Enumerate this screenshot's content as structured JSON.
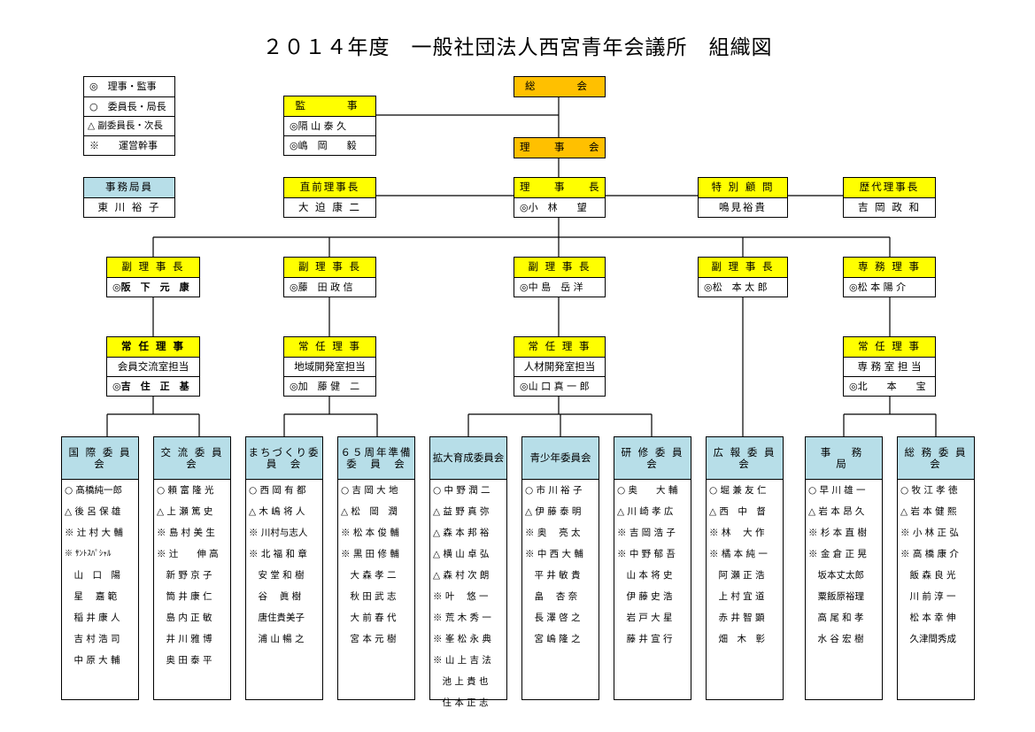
{
  "title": "２０１４年度　一般社団法人西宮青年会議所　組織図",
  "legend": [
    "◎　理事・監事",
    "○　委員長・局長",
    "△ 副委員長・次長",
    "※　　運営幹事"
  ],
  "jimukyokuin": {
    "title": "事務局員",
    "name": "東 川 裕 子"
  },
  "soukai": "総　　会",
  "kanji": {
    "title": "監　　事",
    "members": [
      "◎隔 山 泰 久",
      "◎嶋　岡　　毅"
    ]
  },
  "rijikai": "理　事　会",
  "chokuzen": {
    "title": "直前理事長",
    "name": "大 迫 康 二"
  },
  "rijichou": {
    "title": "理　事　長",
    "name": "◎小　林　　望"
  },
  "tokubetsu": {
    "title": "特 別 顧 問",
    "name": "鳴見裕貴"
  },
  "rekidai": {
    "title": "歴代理事長",
    "name": "吉 岡 政 和"
  },
  "fuku": [
    {
      "title": "副 理 事 長",
      "name": "◎阪　下　元　康"
    },
    {
      "title": "副 理 事 長",
      "name": "◎藤　田 政 信"
    },
    {
      "title": "副 理 事 長",
      "name": "◎中 島　岳 洋"
    },
    {
      "title": "副 理 事 長",
      "name": "◎松　本 太 郎"
    },
    {
      "title": "専 務 理 事",
      "name": "◎松 本 陽 介"
    }
  ],
  "jounin": [
    {
      "title": "常 任 理 事",
      "role": "会員交流室担当",
      "name": "◎吉　住　正　基"
    },
    {
      "title": "常 任 理 事",
      "role": "地域開発室担当",
      "name": "◎加　藤 健　二"
    },
    {
      "title": "常 任 理 事",
      "role": "人材開発室担当",
      "name": "◎山 口 真 一 郎"
    },
    {
      "title": "常 任 理 事",
      "role": "専 務 室 担 当",
      "name": "◎北　　本　　宝"
    }
  ],
  "committees": [
    {
      "name": "国 際 委 員 会",
      "members": [
        "○ 髙橋純一郎",
        "△ 後 呂 保 雄",
        "※ 辻 村 大 輔",
        "※ ｻﾝﾄｽﾊﾟｼｬﾙ",
        "　山　口　陽",
        "　星　 嘉 範",
        "　稲 井 康 人",
        "　吉 村 浩 司",
        "　中 原 大 輔"
      ]
    },
    {
      "name": "交 流 委 員 会",
      "members": [
        "○ 頼 富 隆 光",
        "△ 上 瀬 篤 史",
        "※ 島 村 美 生",
        "※ 辻　　伸 高",
        "　新 野 京 子",
        "　筒 井 康 仁",
        "　島 内 正 敏",
        "　井 川 雅 博",
        "　奥 田 泰 平"
      ]
    },
    {
      "name": "まちづくり委　員　会",
      "members": [
        "○ 西 岡 有 都",
        "△ 木 嶋 将 人",
        "※ 川村与志人",
        "※ 北 福 和 章",
        "　安 堂 和 樹",
        "　谷　 眞 樹",
        "　唐住貴美子",
        "　浦 山 暢 之"
      ]
    },
    {
      "name": "６５周年準備委　員　会",
      "members": [
        "○ 吉 岡 大 地",
        "△ 松　岡　潤",
        "※ 松 本 俊 輔",
        "※ 黒 田 修 輔",
        "　大 森 孝 二",
        "　秋 田 武 志",
        "　大 前 春 代",
        "　宮 本 元 樹"
      ]
    },
    {
      "name": "拡大育成委員会",
      "members": [
        "○ 中 野 潤 二",
        "△ 益 野 真 弥",
        "△ 森 本 邦 裕",
        "△ 横 山 卓 弘",
        "△ 森 村 次 朗",
        "※ 叶　 悠 一",
        "※ 荒 木 秀 一",
        "※ 峯 松 永 典",
        "※ 山 上 吉 法",
        "　池 上 貴 也",
        "　住 本 正 志"
      ]
    },
    {
      "name": "青少年委員会",
      "members": [
        "○ 市 川 裕 子",
        "△ 伊 藤 泰 明",
        "※ 奥　 亮 太",
        "※ 中 西 大 輔",
        "　平 井 敏 貴",
        "　畠　 杏 奈",
        "　長 澤 啓 之",
        "　宮 嶋 隆 之"
      ]
    },
    {
      "name": "研 修 委 員 会",
      "members": [
        "○ 奥　　大 輔",
        "△ 川 崎 孝 広",
        "※ 吉 岡 浩 子",
        "※ 中 野 郁 吾",
        "　山 本 将 史",
        "　伊 藤 史 浩",
        "　岩 戸 大 星",
        "　藤 井 宣 行"
      ]
    },
    {
      "name": "広 報 委 員 会",
      "members": [
        "○ 堀 兼 友 仁",
        "△ 西　中　督",
        "※ 林　 大 作",
        "※ 橘 本 純 一",
        "　阿 瀬 正 浩",
        "　上 村 宜 道",
        "　赤 井 智 顕",
        "　畑　木　彰"
      ]
    },
    {
      "name": "事　務　局",
      "members": [
        "○ 早 川 雄 一",
        "△ 岩 本 昂 久",
        "※ 杉 本 直 樹",
        "※ 金 倉 正 晃",
        "　坂本丈太郎",
        "　粟飯原裕理",
        "　高 尾 和 孝",
        "　水 谷 宏 樹"
      ]
    },
    {
      "name": "総 務 委 員 会",
      "members": [
        "○ 牧 江 孝 徳",
        "△ 岩 本 健 熙",
        "※ 小 林 正 弘",
        "※ 高 橋 康 介",
        "　飯 森 良 光",
        "　川 前 淳 一",
        "　松 本 幸 伸",
        "　久津間秀成"
      ]
    }
  ]
}
